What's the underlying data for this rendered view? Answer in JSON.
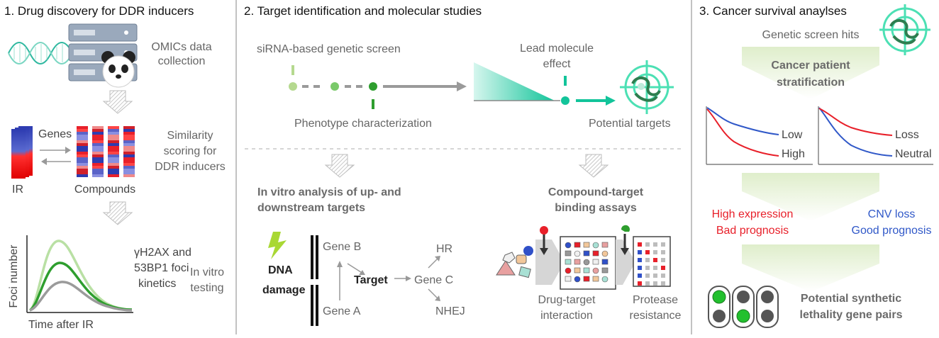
{
  "panel1": {
    "title": "1. Drug discovery for DDR inducers",
    "omics": [
      "OMICs data",
      "collection"
    ],
    "genes": "Genes",
    "similarity": [
      "Similarity",
      "scoring for",
      "DDR inducers"
    ],
    "ir": "IR",
    "compounds": "Compounds",
    "yaxis": "Foci number",
    "xaxis": "Time after IR",
    "foci": [
      "γH2AX and",
      "53BP1 foci",
      "kinetics"
    ],
    "invitro": [
      "In vitro",
      "testing"
    ]
  },
  "panel2": {
    "title": "2. Target identification and molecular studies",
    "screen": "siRNA-based genetic screen",
    "lead": [
      "Lead molecule",
      "effect"
    ],
    "phenotype": "Phenotype characterization",
    "potential": "Potential targets",
    "invitro_analysis": [
      "In vitro analysis of up- and",
      "downstream targets"
    ],
    "binding": [
      "Compound-target",
      "binding assays"
    ],
    "dna": [
      "DNA",
      "damage"
    ],
    "geneB": "Gene B",
    "geneA": "Gene A",
    "target": "Target",
    "geneC": "Gene C",
    "hr": "HR",
    "nhej": "NHEJ",
    "drug_target": [
      "Drug-target",
      "interaction"
    ],
    "protease": [
      "Protease",
      "resistance"
    ]
  },
  "panel3": {
    "title": "3. Cancer survival anaylses",
    "hits": "Genetic screen hits",
    "strat": [
      "Cancer patient",
      "stratification"
    ],
    "low": "Low",
    "high": "High",
    "loss": "Loss",
    "neutral": "Neutral",
    "red_text": [
      "High expression",
      "Bad prognosis"
    ],
    "blue_text": [
      "CNV loss",
      "Good prognosis"
    ],
    "synthetic": [
      "Potential synthetic",
      "lethality gene pairs"
    ]
  },
  "colors": {
    "green_dark": "#2e9e2e",
    "green_light": "#b5d98f",
    "teal": "#1ecb9a",
    "red": "#e8202a",
    "blue": "#3058c8"
  }
}
